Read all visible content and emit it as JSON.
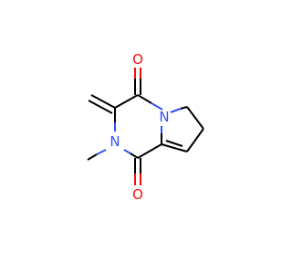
{
  "atoms": {
    "n_ring": {
      "symbol": "N",
      "color": "#3050f8"
    },
    "n_methyl": {
      "symbol": "N",
      "color": "#3050f8"
    },
    "o_top": {
      "symbol": "O",
      "color": "#ff0d0d"
    },
    "o_bottom": {
      "symbol": "O",
      "color": "#ff0d0d"
    }
  },
  "colors": {
    "carbon_bond": "#000000",
    "nitrogen": "#3050f8",
    "oxygen": "#ff0d0d",
    "background": "#ffffff"
  }
}
